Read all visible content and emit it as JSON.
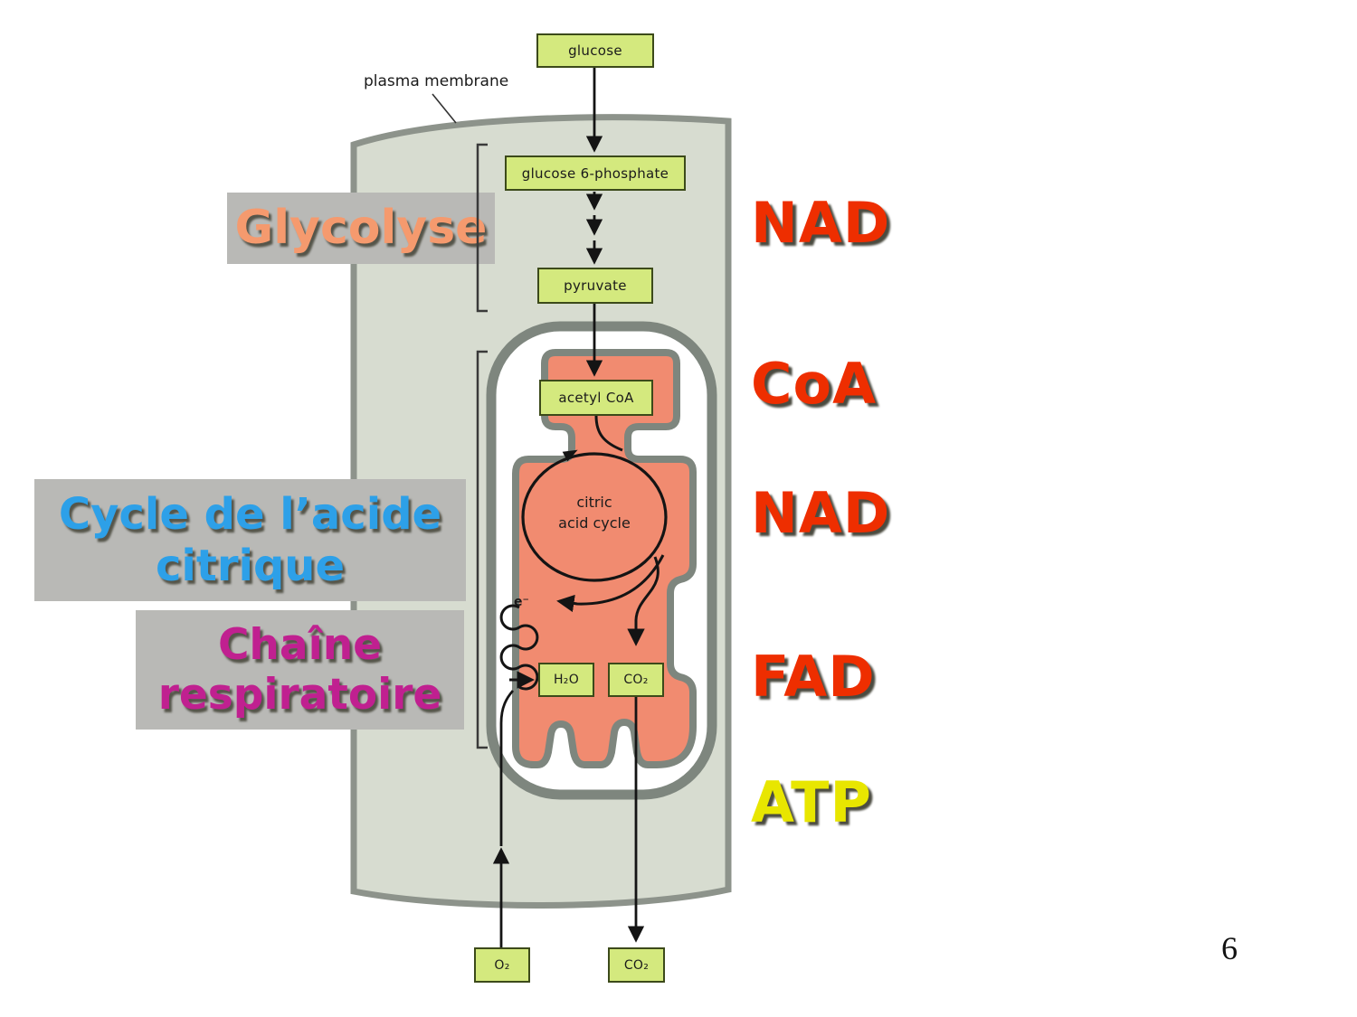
{
  "page_number": "6",
  "diagram": {
    "plasma_membrane_label": "plasma membrane",
    "cycle_center_label": [
      "citric",
      "acid cycle"
    ],
    "electron_label": "e⁻",
    "boxes": {
      "glucose": "glucose",
      "glucose6p": "glucose 6-phosphate",
      "pyruvate": "pyruvate",
      "acetyl_coa": "acetyl CoA",
      "h2o": "H₂O",
      "co2_mito": "CO₂",
      "o2_in": "O₂",
      "co2_out": "CO₂"
    },
    "colors": {
      "cell_fill": "#d7dcd0",
      "plasma_membrane": "#8d938b",
      "mito_membrane": "#7e867e",
      "mito_matrix": "#f18b70",
      "metabolite_box_fill": "#d4e97e",
      "metabolite_box_border": "#3c4a1a"
    }
  },
  "stage_labels": {
    "glycolysis": {
      "text": "Glycolyse",
      "color": "#f59a6e"
    },
    "citric_acid_cycle": {
      "line1": "Cycle de l’acide",
      "line2": "citrique",
      "color": "#2da0e8"
    },
    "respiratory_chain": {
      "line1": "Chaîne",
      "line2": "respiratoire",
      "color": "#c02090"
    }
  },
  "cofactors": [
    {
      "label": "NAD",
      "color": "#ee2e00"
    },
    {
      "label": "CoA",
      "color": "#ee2e00"
    },
    {
      "label": "NAD",
      "color": "#ee2e00"
    },
    {
      "label": "FAD",
      "color": "#ee2e00"
    },
    {
      "label": "ATP",
      "color": "#e8e600"
    }
  ]
}
